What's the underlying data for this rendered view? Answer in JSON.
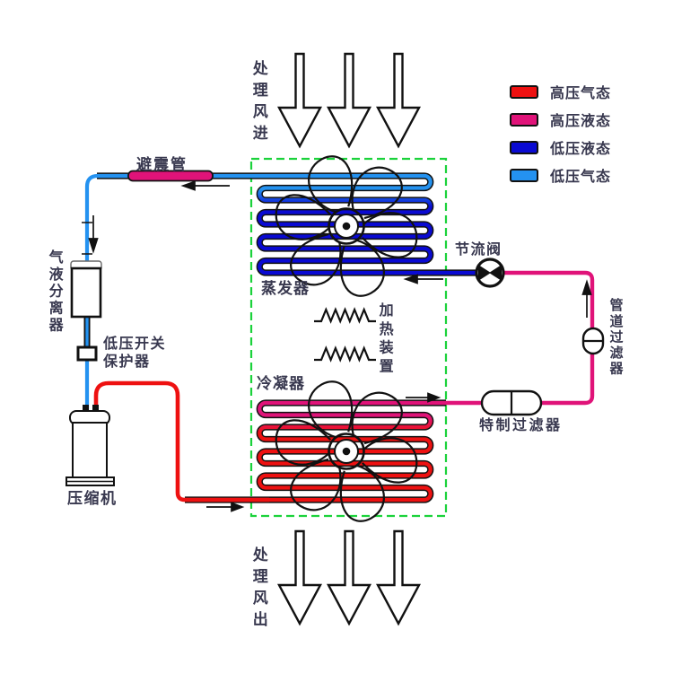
{
  "legend": {
    "items": [
      {
        "label": "高压气态",
        "color": "#ee1111"
      },
      {
        "label": "高压液态",
        "color": "#e01379"
      },
      {
        "label": "低压液态",
        "color": "#0a0ad2"
      },
      {
        "label": "低压气态",
        "color": "#2492f0"
      }
    ]
  },
  "airflow": {
    "inlet": "处理风进",
    "outlet": "处理风出"
  },
  "components": {
    "damper": "避震管",
    "separator": "气液分离器",
    "lp_switch_line1": "低压开关",
    "lp_switch_line2": "保护器",
    "compressor": "压缩机",
    "evaporator": "蒸发器",
    "heater": "加热装置",
    "condenser": "冷凝器",
    "throttle_valve": "节流阀",
    "pipe_filter": "管道过滤器",
    "special_filter": "特制过滤器"
  }
}
